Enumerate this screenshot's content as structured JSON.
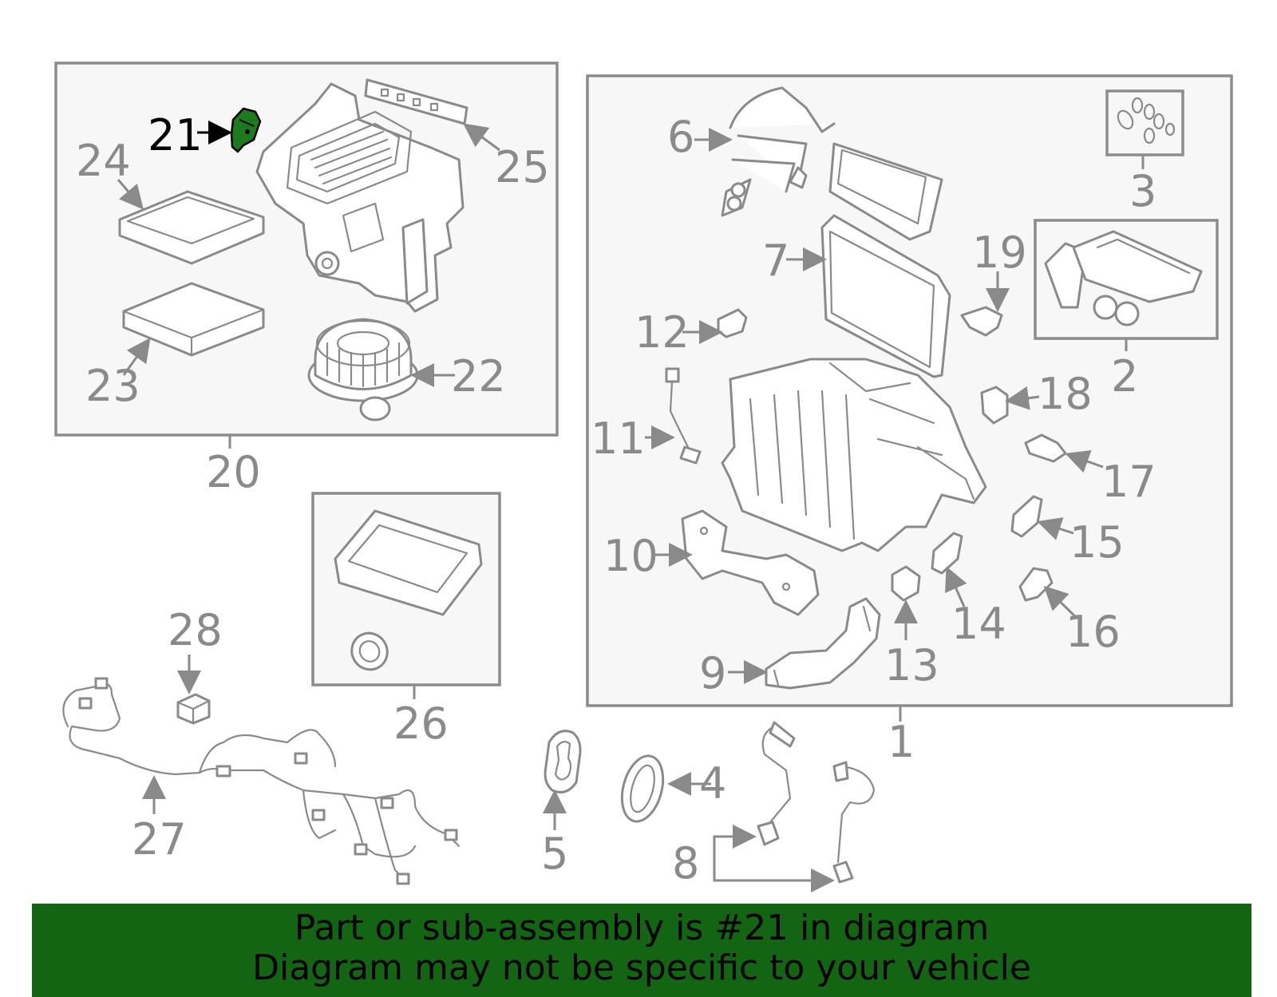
{
  "diagram": {
    "callouts": {
      "c1": "1",
      "c2": "2",
      "c3": "3",
      "c4": "4",
      "c5": "5",
      "c6": "6",
      "c7": "7",
      "c8": "8",
      "c9": "9",
      "c10": "10",
      "c11": "11",
      "c12": "12",
      "c13": "13",
      "c14": "14",
      "c15": "15",
      "c16": "16",
      "c17": "17",
      "c18": "18",
      "c19": "19",
      "c20": "20",
      "c21": "21",
      "c22": "22",
      "c23": "23",
      "c24": "24",
      "c25": "25",
      "c26": "26",
      "c27": "27",
      "c28": "28"
    },
    "highlighted_part": "21",
    "colors": {
      "highlight_fill": "#1e7a1e",
      "line_gray": "#8a8a8a",
      "banner_green": "#136413"
    }
  },
  "banner": {
    "line1": "Part or sub-assembly is #21 in diagram",
    "line2": "Diagram may not be specific to your vehicle"
  }
}
